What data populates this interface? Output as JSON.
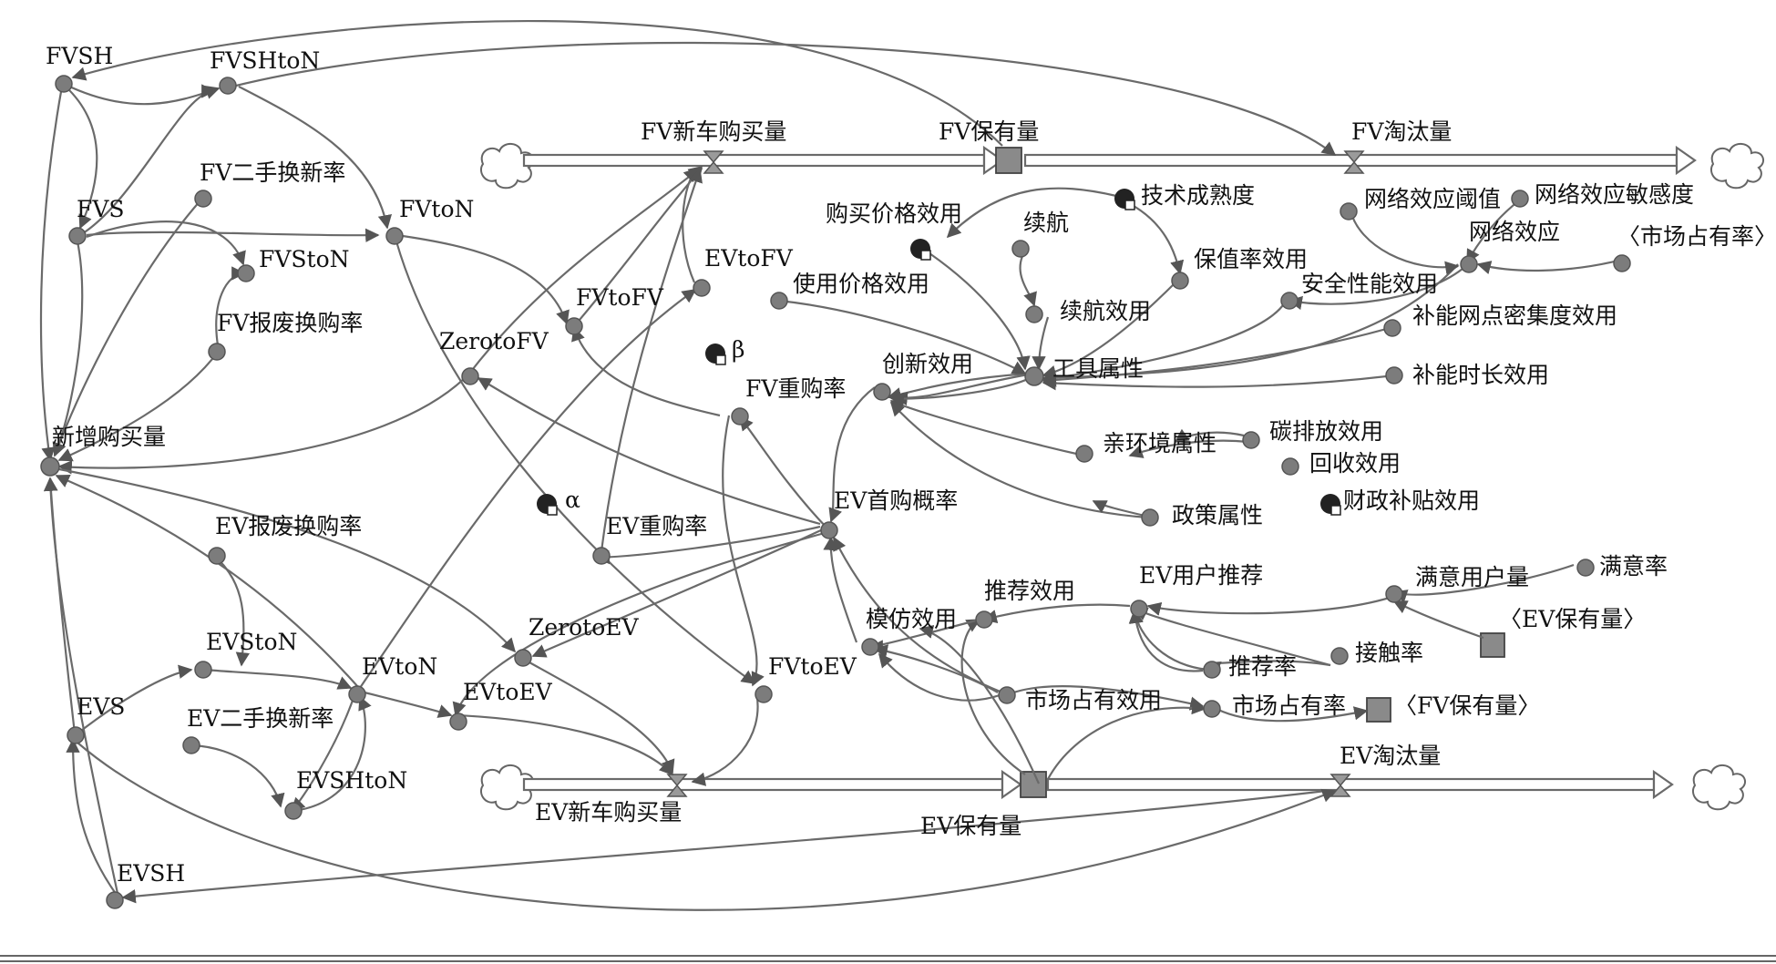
{
  "nodes": {
    "FVSH": {
      "label": "FVSH",
      "kind": "var"
    },
    "FVSHtoN": {
      "label": "FVSHtoN",
      "kind": "var"
    },
    "FVS": {
      "label": "FVS",
      "kind": "var"
    },
    "FV_second_hand_rate": {
      "label": "FV二手换新率",
      "kind": "var"
    },
    "FVStoN": {
      "label": "FVStoN",
      "kind": "var"
    },
    "FVtoN": {
      "label": "FVtoN",
      "kind": "var"
    },
    "FV_scrap_rate": {
      "label": "FV报废换购率",
      "kind": "var"
    },
    "new_purchase": {
      "label": "新增购买量",
      "kind": "var"
    },
    "ZerotoFV": {
      "label": "ZerotoFV",
      "kind": "var"
    },
    "FVtoFV": {
      "label": "FVtoFV",
      "kind": "var"
    },
    "EVtoFV": {
      "label": "EVtoFV",
      "kind": "var"
    },
    "beta": {
      "label": "β",
      "kind": "const"
    },
    "FV_repurchase": {
      "label": "FV重购率",
      "kind": "var"
    },
    "alpha": {
      "label": "α",
      "kind": "const"
    },
    "EV_repurchase": {
      "label": "EV重购率",
      "kind": "var"
    },
    "EV_first_prob": {
      "label": "EV首购概率",
      "kind": "var"
    },
    "EV_scrap_rate": {
      "label": "EV报废换购率",
      "kind": "var"
    },
    "EVStoN": {
      "label": "EVStoN",
      "kind": "var"
    },
    "EVS": {
      "label": "EVS",
      "kind": "var"
    },
    "EV_second_hand_rate": {
      "label": "EV二手换新率",
      "kind": "var"
    },
    "EVtoN": {
      "label": "EVtoN",
      "kind": "var"
    },
    "EVtoEV": {
      "label": "EVtoEV",
      "kind": "var"
    },
    "ZerotoEV": {
      "label": "ZerotoEV",
      "kind": "var"
    },
    "FVtoEV": {
      "label": "FVtoEV",
      "kind": "var"
    },
    "EVSHtoN": {
      "label": "EVSHtoN",
      "kind": "var"
    },
    "EVSH": {
      "label": "EVSH",
      "kind": "var"
    },
    "buy_price_utility": {
      "label": "购买价格效用",
      "kind": "const"
    },
    "use_price_utility": {
      "label": "使用价格效用",
      "kind": "var"
    },
    "range": {
      "label": "续航",
      "kind": "var"
    },
    "range_utility": {
      "label": "续航效用",
      "kind": "var"
    },
    "tech_maturity": {
      "label": "技术成熟度",
      "kind": "const"
    },
    "resale_utility": {
      "label": "保值率效用",
      "kind": "var"
    },
    "innovation_utility": {
      "label": "创新效用",
      "kind": "var"
    },
    "tool_attr": {
      "label": "工具属性",
      "kind": "var"
    },
    "network_threshold": {
      "label": "网络效应阈值",
      "kind": "var"
    },
    "network_sensitivity": {
      "label": "网络效应敏感度",
      "kind": "var"
    },
    "network_effect": {
      "label": "网络效应",
      "kind": "var"
    },
    "market_share_shadow": {
      "label": "〈市场占有率〉",
      "kind": "var"
    },
    "safety_utility": {
      "label": "安全性能效用",
      "kind": "var"
    },
    "station_density": {
      "label": "补能网点密集度效用",
      "kind": "var"
    },
    "charge_time": {
      "label": "补能时长效用",
      "kind": "var"
    },
    "eco_attr": {
      "label": "亲环境属性",
      "kind": "var"
    },
    "carbon_utility": {
      "label": "碳排放效用",
      "kind": "var"
    },
    "recycle_utility": {
      "label": "回收效用",
      "kind": "var"
    },
    "policy_attr": {
      "label": "政策属性",
      "kind": "var"
    },
    "subsidy_utility": {
      "label": "财政补贴效用",
      "kind": "const"
    },
    "imitation_utility": {
      "label": "模仿效用",
      "kind": "var"
    },
    "recommend_utility": {
      "label": "推荐效用",
      "kind": "var"
    },
    "EV_user_recommend": {
      "label": "EV用户推荐",
      "kind": "var"
    },
    "satisfied_users": {
      "label": "满意用户量",
      "kind": "var"
    },
    "satisfaction_rate": {
      "label": "满意率",
      "kind": "var"
    },
    "EV_stock_shadow": {
      "label": "〈EV保有量〉",
      "kind": "shadow"
    },
    "recommend_rate": {
      "label": "推荐率",
      "kind": "var"
    },
    "contact_rate": {
      "label": "接触率",
      "kind": "var"
    },
    "market_share_utility": {
      "label": "市场占有效用",
      "kind": "var"
    },
    "market_share": {
      "label": "市场占有率",
      "kind": "var"
    },
    "FV_stock_shadow": {
      "label": "〈FV保有量〉",
      "kind": "shadow"
    }
  },
  "stocks": {
    "FV_stock": {
      "label": "FV保有量"
    },
    "EV_stock": {
      "label": "EV保有量"
    }
  },
  "flows": {
    "FV_new_purchase": {
      "label": "FV新车购买量"
    },
    "FV_retire": {
      "label": "FV淘汰量"
    },
    "EV_new_purchase": {
      "label": "EV新车购买量"
    },
    "EV_retire": {
      "label": "EV淘汰量"
    }
  }
}
